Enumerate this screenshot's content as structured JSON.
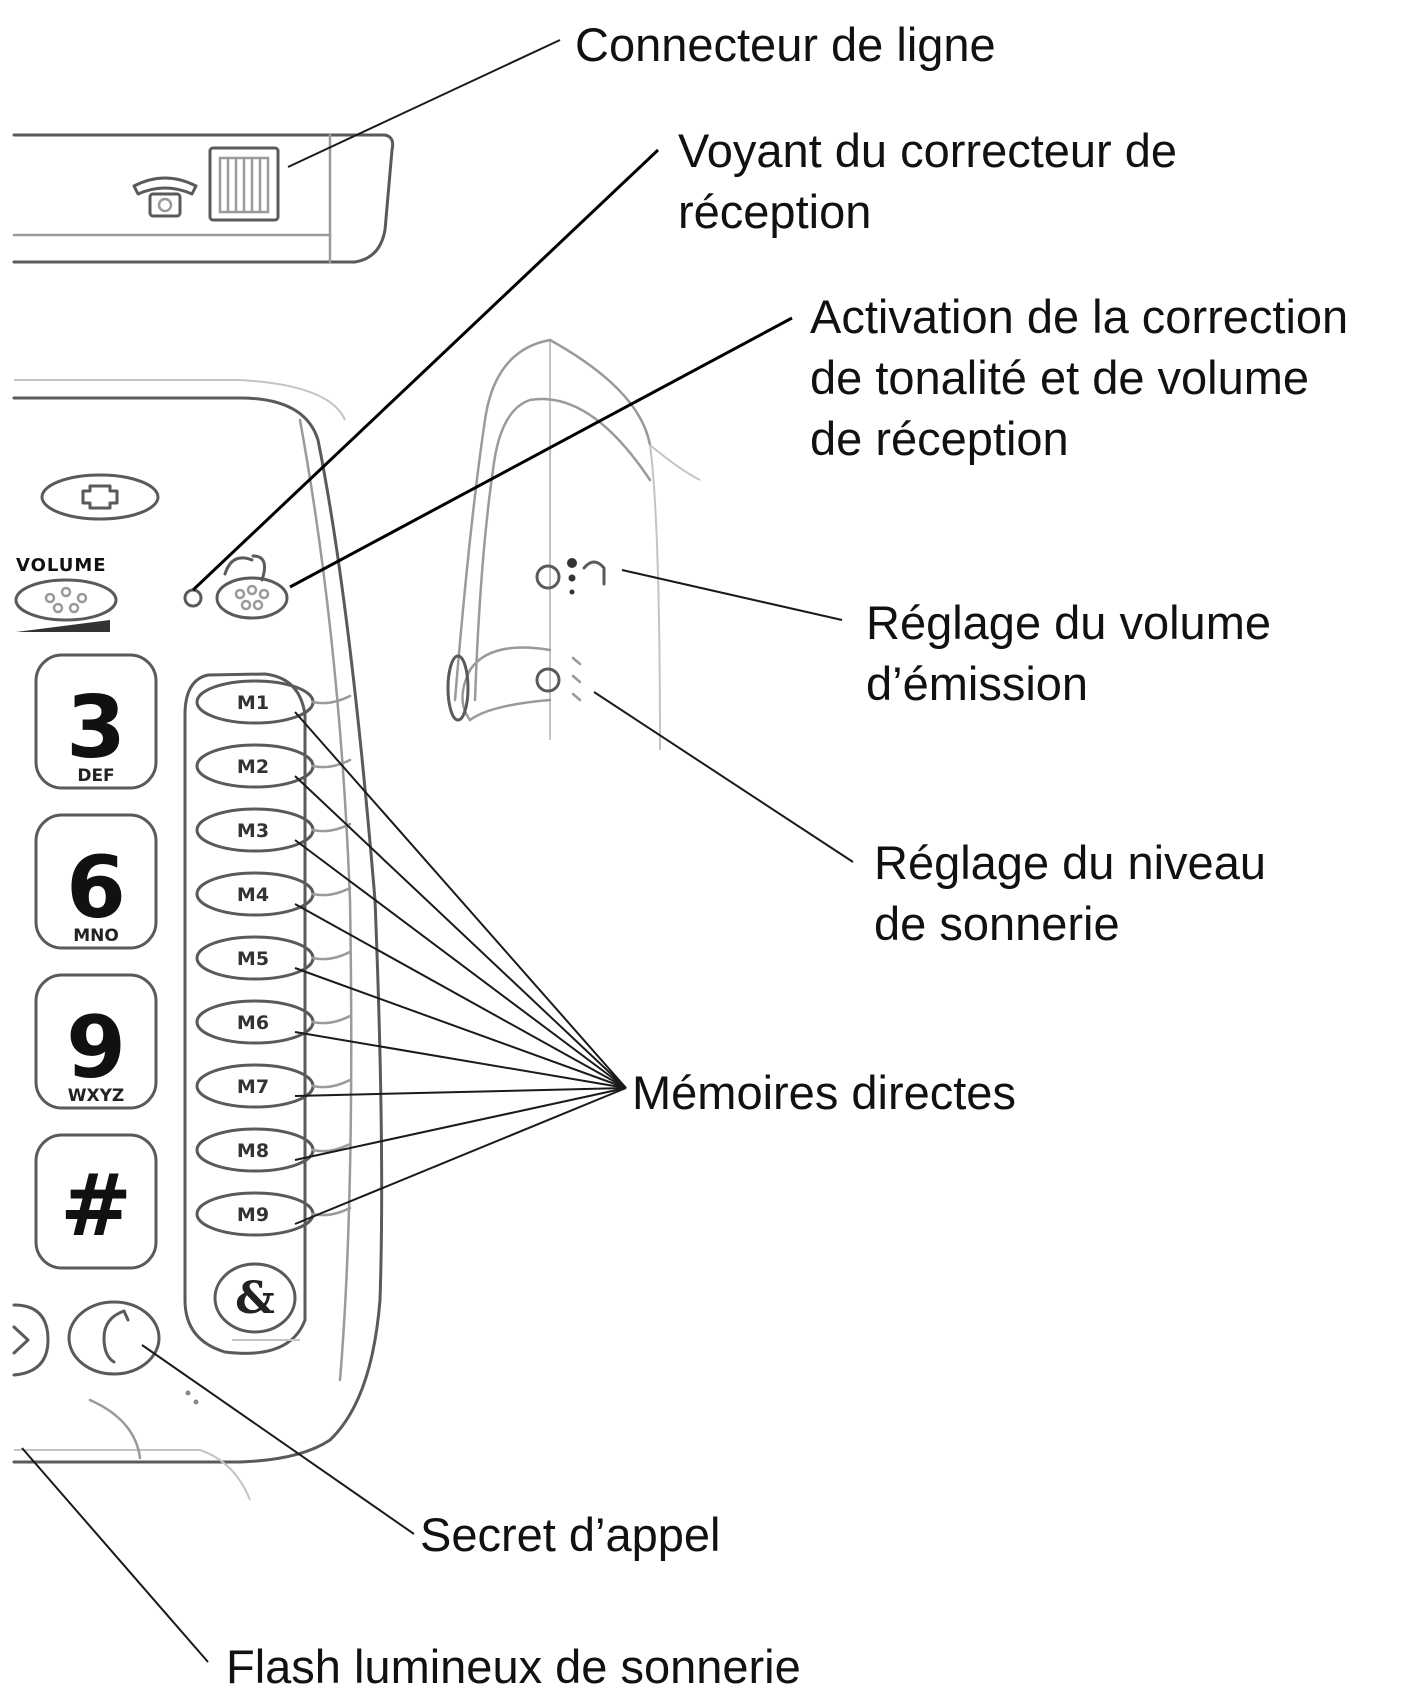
{
  "labels": {
    "line_connector": "Connecteur de ligne",
    "reception_led": [
      "Voyant du correcteur de",
      "réception"
    ],
    "tone_volume_activation": [
      "Activation de la correction",
      "de tonalité et de volume",
      "de réception"
    ],
    "emission_volume": [
      "Réglage du volume",
      "d’émission"
    ],
    "ringer_level": [
      "Réglage du niveau",
      "de sonnerie"
    ],
    "direct_memories": "Mémoires directes",
    "call_secrecy": "Secret d’appel",
    "ring_flash": "Flash lumineux de sonnerie"
  },
  "device": {
    "volume_label": "VOLUME",
    "keys": [
      {
        "digit": "3",
        "letters": "DEF"
      },
      {
        "digit": "6",
        "letters": "MNO"
      },
      {
        "digit": "9",
        "letters": "WXYZ"
      },
      {
        "digit": "#",
        "letters": ""
      }
    ],
    "memory_buttons": [
      "M1",
      "M2",
      "M3",
      "M4",
      "M5",
      "M6",
      "M7",
      "M8",
      "M9"
    ]
  }
}
